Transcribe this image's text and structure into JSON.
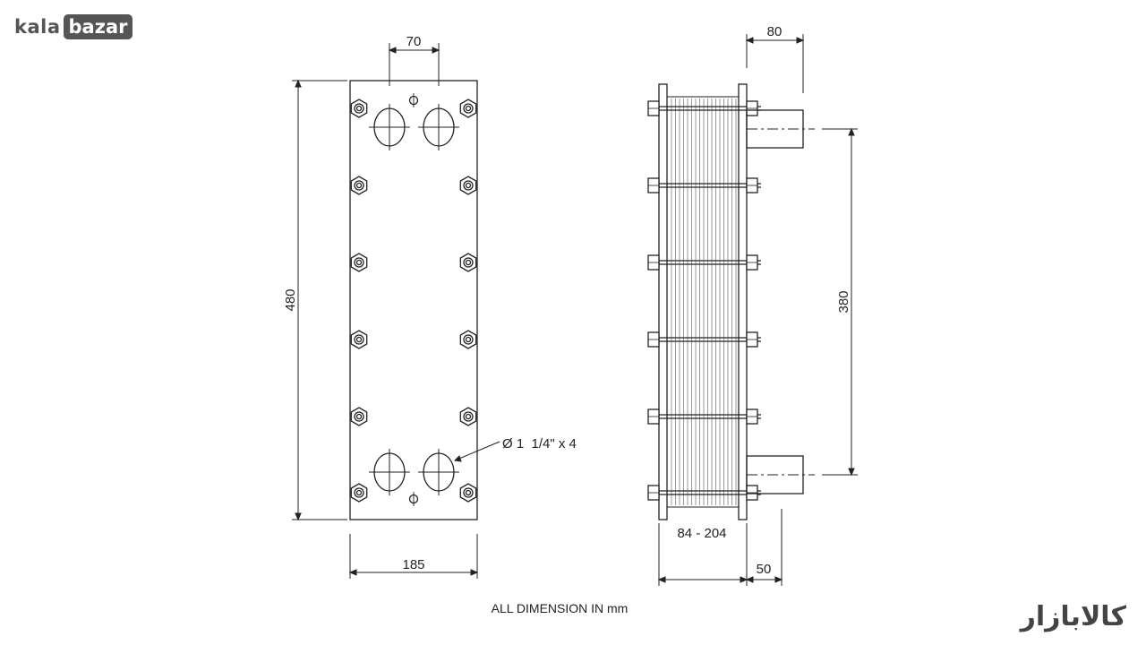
{
  "brand": {
    "kala": "kala",
    "bazar": "bazar",
    "fa": "کالابازار"
  },
  "front_view": {
    "port_spacing": "70",
    "height": "480",
    "width": "185",
    "port_callout": "Ø 1  1/4\" x 4"
  },
  "side_view": {
    "nozzle_length": "80",
    "port_center_distance": "380",
    "pack_length": "84 - 204",
    "nozzle_offset": "50"
  },
  "footer": {
    "note": "ALL DIMENSION IN mm"
  },
  "colors": {
    "line": "#222222",
    "logo": "#555555"
  }
}
